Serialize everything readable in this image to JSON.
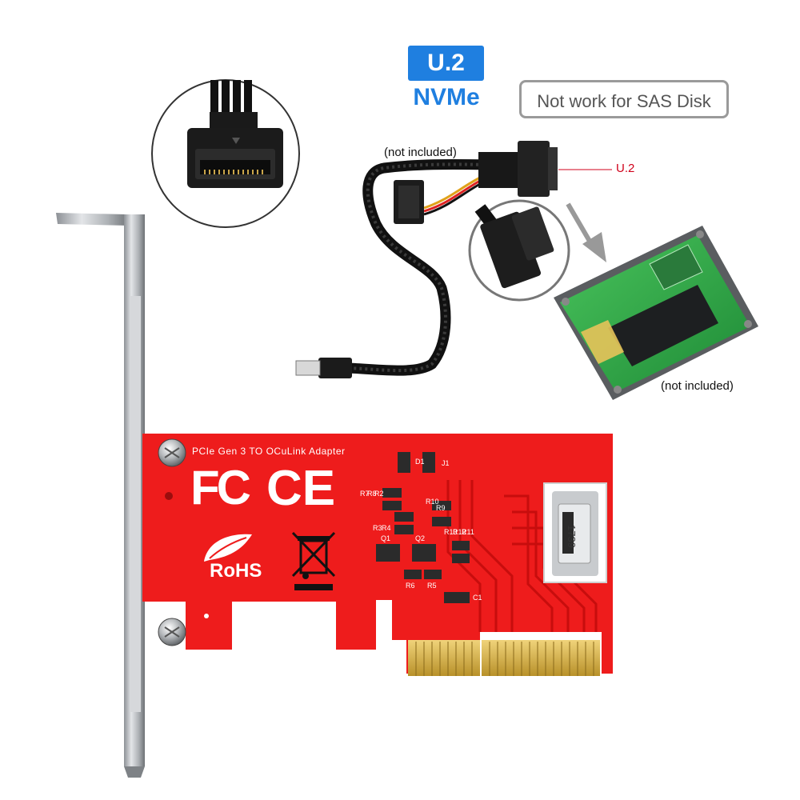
{
  "badges": {
    "u2": "U.2",
    "nvme": "NVMe",
    "sas_note": "Not work for SAS Disk"
  },
  "captions": {
    "cable_not_included": "(not included)",
    "u2_callout": "U.2",
    "enclosure_not_included": "(not included)"
  },
  "pcb": {
    "title": "PCIe Gen 3 TO OCuLink Adapter",
    "fcc": "FC",
    "ce": "CE",
    "rohs": "RoHS",
    "connector_code": "1739",
    "silk": {
      "d1": "D1",
      "j1": "J1",
      "r7": "R7",
      "r8": "R8",
      "r2": "R2",
      "r10": "R10",
      "r9": "R9",
      "r3": "R3",
      "r4": "R4",
      "q1": "Q1",
      "q2": "Q2",
      "r13": "R13",
      "r12": "R12",
      "r11": "R11",
      "r6": "R6",
      "r5": "R5",
      "c1": "C1"
    }
  },
  "colors": {
    "pcb_red": "#ee1c1c",
    "badge_blue": "#1f7fe0",
    "gold": "#d9b54a",
    "bracket": "#b9bcc0",
    "enclosure_green": "#2fa84a"
  }
}
